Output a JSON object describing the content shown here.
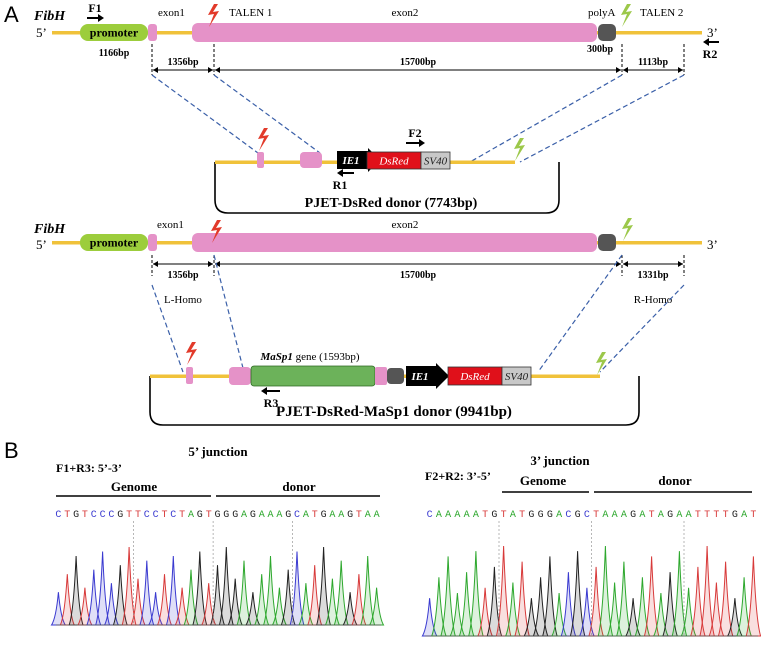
{
  "panel_a": {
    "letter": "A",
    "gene_name": "FibH",
    "five_prime": "5’",
    "three_prime": "3’",
    "promoter": "promoter",
    "exon1": "exon1",
    "exon2": "exon2",
    "poly_a": "polyA",
    "talen1": "TALEN 1",
    "talen2": "TALEN 2",
    "primer_f1": "F1",
    "primer_r2": "R2",
    "primer_f2": "F2",
    "primer_r1": "R1",
    "primer_r3": "R3",
    "len_promoter": "1166bp",
    "len_polya": "300bp",
    "dist_exon1": "1356bp",
    "dist_exon2": "15700bp",
    "dist_talen2": "1113bp",
    "dist_exon1_b": "1356bp",
    "dist_exon2_b": "15700bp",
    "dist_r_homo": "1331bp",
    "l_homo": "L-Homo",
    "r_homo": "R-Homo",
    "ie1": "IE1",
    "dsred": "DsRed",
    "sv40": "SV40",
    "masp1_gene": "MaSp1",
    "masp1_suffix": " gene (1593bp)",
    "donor1_title": "PJET-DsRed donor (7743bp)",
    "donor2_title": "PJET-DsRed-MaSp1 donor (9941bp)"
  },
  "panel_b": {
    "letter": "B",
    "left": {
      "junction": "5’ junction",
      "primers": "F1+R3: 5’-3’",
      "genome": "Genome",
      "donor": "donor",
      "sequence": "CTGTCCCGTTCCTCTAGTGGGAGAAAGCATGAAGTAA"
    },
    "right": {
      "junction": "3’ junction",
      "primers": "F2+R2: 3’-5’",
      "genome": "Genome",
      "donor": "donor",
      "sequence": "CAAAAATGTATGGGACGCTAAAGATAGAATTTTGAT"
    }
  },
  "colors": {
    "backbone": "#f0c23a",
    "promoter": "#9ccd3c",
    "exon": "#e592c8",
    "polya": "#555555",
    "masp1": "#6cb25a",
    "dsred": "#e0101a",
    "sv40": "#c8c8c8",
    "talen": "#e23a2a",
    "talen2": "#9cc84a",
    "dash": "#3a5fa8",
    "base_a": "#2ea82e",
    "base_c": "#3a3ad0",
    "base_g": "#222222",
    "base_t": "#d83a3a"
  }
}
